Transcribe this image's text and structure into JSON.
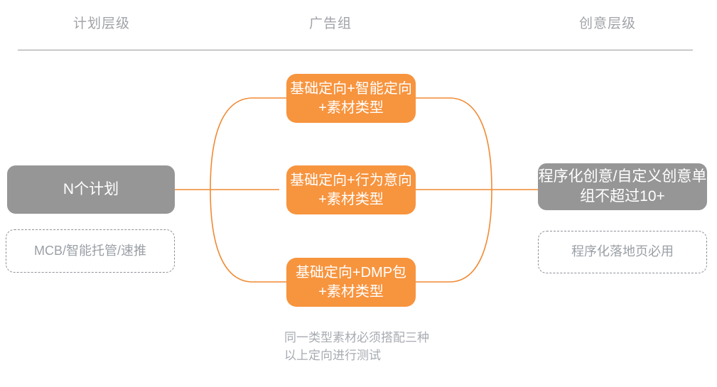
{
  "columns": [
    {
      "id": "plan",
      "label": "计划层级"
    },
    {
      "id": "adgroup",
      "label": "广告组"
    },
    {
      "id": "creative",
      "label": "创意层级"
    }
  ],
  "nodes": {
    "plan": {
      "label": "N个计划",
      "style": "gray"
    },
    "plan_note": {
      "label": "MCB/智能托管/速推",
      "style": "dashed"
    },
    "adgroups": [
      {
        "label": "基础定向+智能定向+素材类型",
        "style": "orange"
      },
      {
        "label": "基础定向+行为意向+素材类型",
        "style": "orange"
      },
      {
        "label": "基础定向+DMP包+素材类型",
        "style": "orange"
      }
    ],
    "creative": {
      "label": "程序化创意/自定义创意单组不超过10+",
      "style": "gray"
    },
    "creative_note": {
      "label": "程序化落地页必用",
      "style": "dashed"
    }
  },
  "footnote": {
    "text": "同一类型素材必须搭配三种以上定向进行测试"
  },
  "colors": {
    "orange": "#f7943e",
    "gray": "#969696",
    "header_text": "#a0a3a8",
    "rule": "#9a9a9a",
    "dashed_border": "#8d9096",
    "note_text": "#9ba0a6",
    "connector": "#f08a33",
    "background": "#ffffff"
  }
}
